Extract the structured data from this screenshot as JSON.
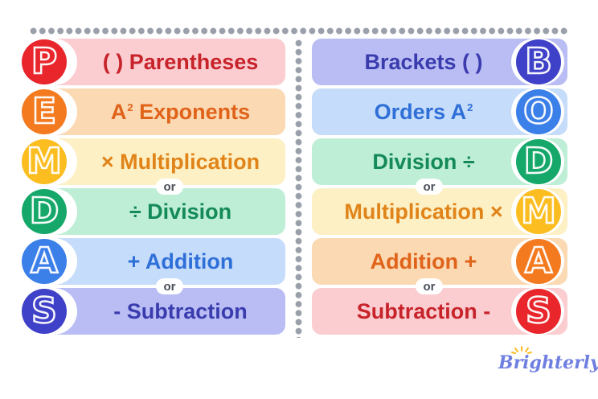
{
  "colors": {
    "red": "#e8262c",
    "orange": "#f47a20",
    "yellow": "#fbbd20",
    "green": "#15a86a",
    "blue": "#3b7fe8",
    "indigo": "#3f41c8",
    "red_bg": "#fbcdd0",
    "orange_bg": "#fbd9b3",
    "yellow_bg": "#fdf0c4",
    "green_bg": "#bfeed7",
    "blue_bg": "#c6dcfb",
    "indigo_bg": "#b9bdf4",
    "red_text": "#c7232b",
    "orange_text": "#e0631a",
    "yellow_text": "#e0841a",
    "green_text": "#138a57",
    "blue_text": "#2f6fd8",
    "indigo_text": "#3a3cae"
  },
  "left_column": [
    {
      "letter": "P",
      "label": "( ) Parentheses"
    },
    {
      "letter": "E",
      "label": "A",
      "sup": "2",
      "label_rest": " Exponents"
    },
    {
      "letter": "M",
      "label": "× Multiplication"
    },
    {
      "letter": "D",
      "label": "÷ Division"
    },
    {
      "letter": "A",
      "label": "+ Addition"
    },
    {
      "letter": "S",
      "label": "- Subtraction"
    }
  ],
  "right_column": [
    {
      "letter": "B",
      "label": "Brackets ( )"
    },
    {
      "letter": "O",
      "label": "Orders A",
      "sup": "2"
    },
    {
      "letter": "D",
      "label": "Division ÷"
    },
    {
      "letter": "M",
      "label": "Multiplication ×"
    },
    {
      "letter": "A",
      "label": "Addition +"
    },
    {
      "letter": "S",
      "label": "Subtraction -"
    }
  ],
  "or_label": "or",
  "logo_text": "Brighterly"
}
